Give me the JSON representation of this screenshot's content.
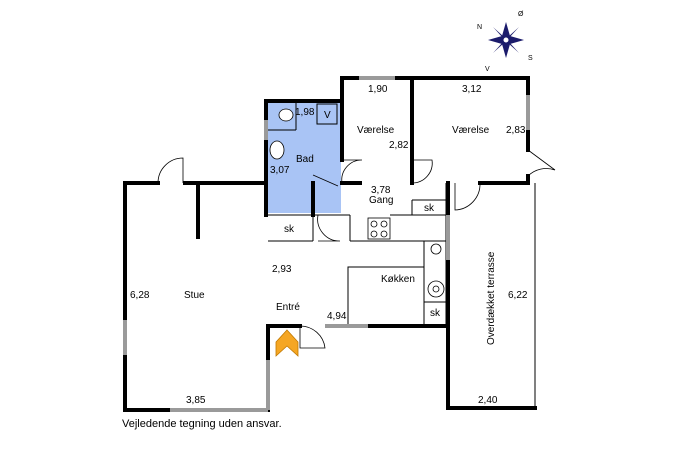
{
  "compass": {
    "n": "N",
    "o": "Ø",
    "s": "S",
    "v": "V"
  },
  "rooms": {
    "bad": "Bad",
    "vaerelse1": "Værelse",
    "vaerelse2": "Værelse",
    "gang": "Gang",
    "stue": "Stue",
    "entre": "Entré",
    "koekken": "Køkken",
    "terrasse": "Overdækket terrasse"
  },
  "labels": {
    "v_box": "V",
    "sk1": "sk",
    "sk2": "sk",
    "sk3": "sk"
  },
  "dimensions": {
    "d198": "1,98",
    "d307": "3,07",
    "d190": "1,90",
    "d282": "2,82",
    "d312": "3,12",
    "d283": "2,83",
    "d378": "3,78",
    "d293": "2,93",
    "d628": "6,28",
    "d494": "4,94",
    "d622": "6,22",
    "d385": "3,85",
    "d240": "2,40"
  },
  "caption": "Vejledende tegning uden ansvar.",
  "colors": {
    "bathroom_fill": "#a9c4f5",
    "wall": "#000000",
    "window": "#9a9a9a",
    "entry_arrow": "#f5a623"
  }
}
